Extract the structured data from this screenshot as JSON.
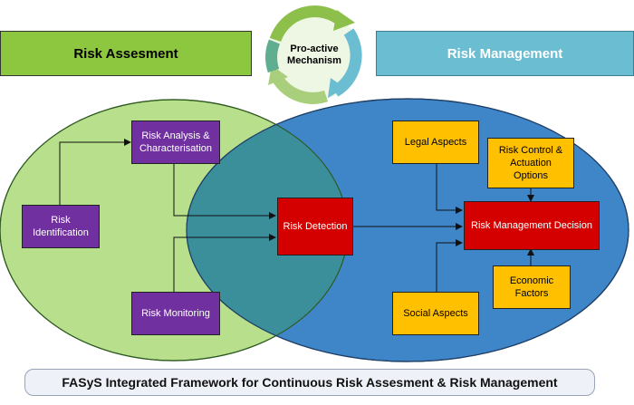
{
  "headers": {
    "risk_assessment": "Risk Assesment",
    "risk_management": "Risk Management"
  },
  "mechanism": {
    "label": "Pro-active\nMechanism"
  },
  "boxes": {
    "risk_identification": "Risk Identification",
    "risk_analysis": "Risk Analysis & Characterisation",
    "risk_monitoring": "Risk Monitoring",
    "risk_detection": "Risk Detection",
    "legal_aspects": "Legal Aspects",
    "risk_control": "Risk Control & Actuation Options",
    "risk_management_decision": "Risk Management Decision",
    "economic_factors": "Economic Factors",
    "social_aspects": "Social Aspects"
  },
  "footer": "FASyS Integrated Framework for Continuous Risk Assesment & Risk Management",
  "colors": {
    "assessment_green": "#8dc63f",
    "management_blue": "#6bbdd2",
    "ellipse_left": "#b8e08c",
    "ellipse_right": "#3f86c9",
    "overlap": "#3b8f9a",
    "purple": "#7030a0",
    "red": "#d40000",
    "yellow": "#ffc000"
  }
}
